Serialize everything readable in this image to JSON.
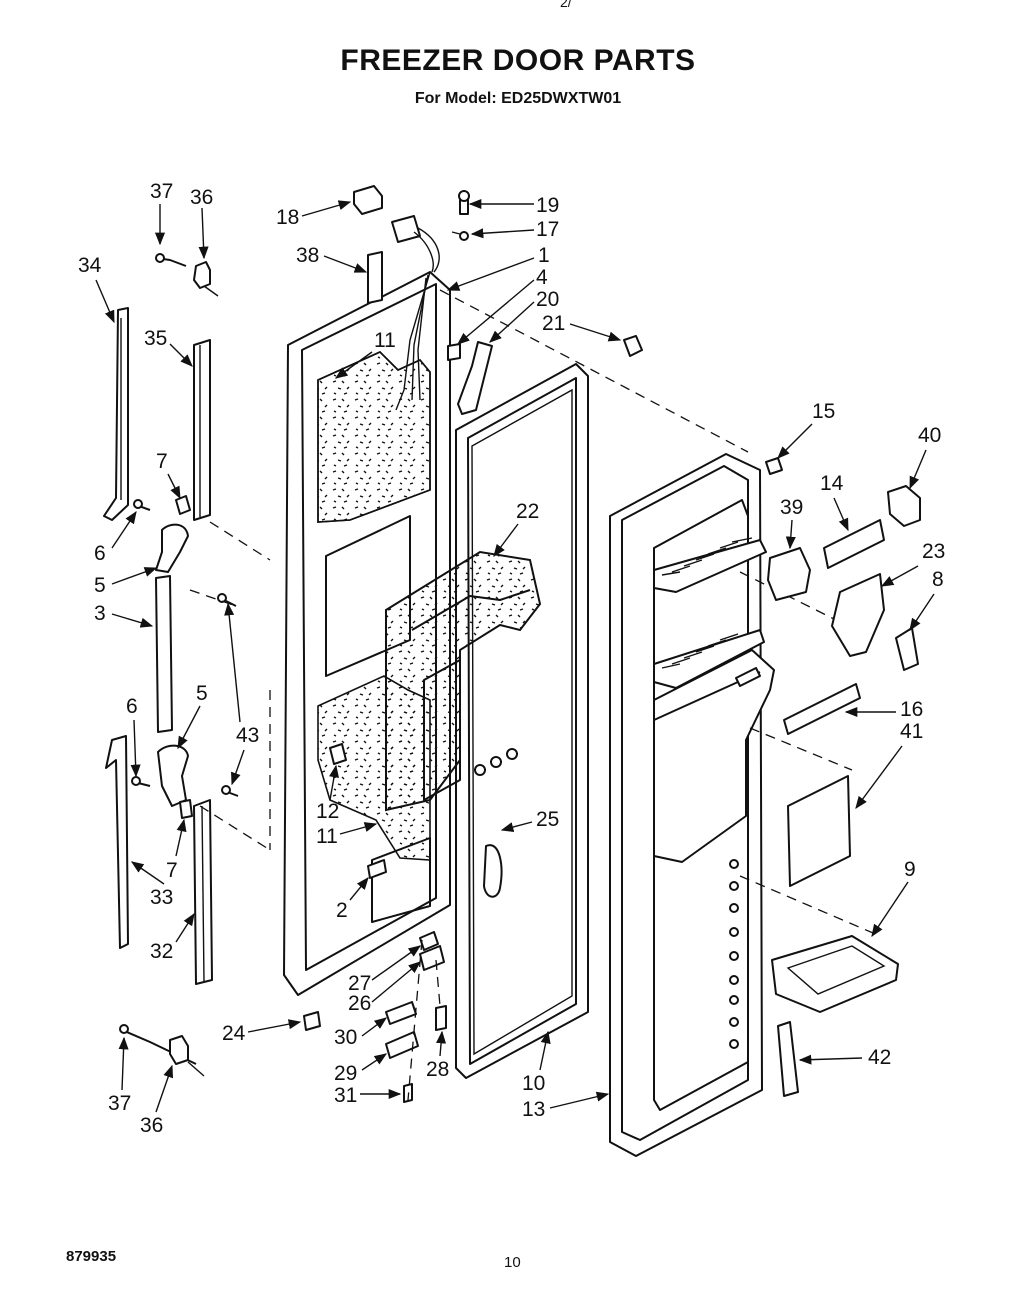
{
  "header": {
    "top_mark": "2/",
    "title": "FREEZER DOOR PARTS",
    "subtitle": "For Model: ED25DWXTW01"
  },
  "footer": {
    "doc_number": "879935",
    "page_number": "10"
  },
  "callouts": [
    "37",
    "36",
    "34",
    "35",
    "7",
    "6",
    "5",
    "3",
    "6",
    "5",
    "43",
    "7",
    "33",
    "32",
    "12",
    "11",
    "2",
    "18",
    "38",
    "19",
    "17",
    "1",
    "4",
    "20",
    "21",
    "11",
    "22",
    "24",
    "27",
    "26",
    "30",
    "29",
    "31",
    "28",
    "25",
    "10",
    "13",
    "15",
    "40",
    "14",
    "39",
    "23",
    "8",
    "16",
    "41",
    "9",
    "42",
    "37",
    "36"
  ]
}
